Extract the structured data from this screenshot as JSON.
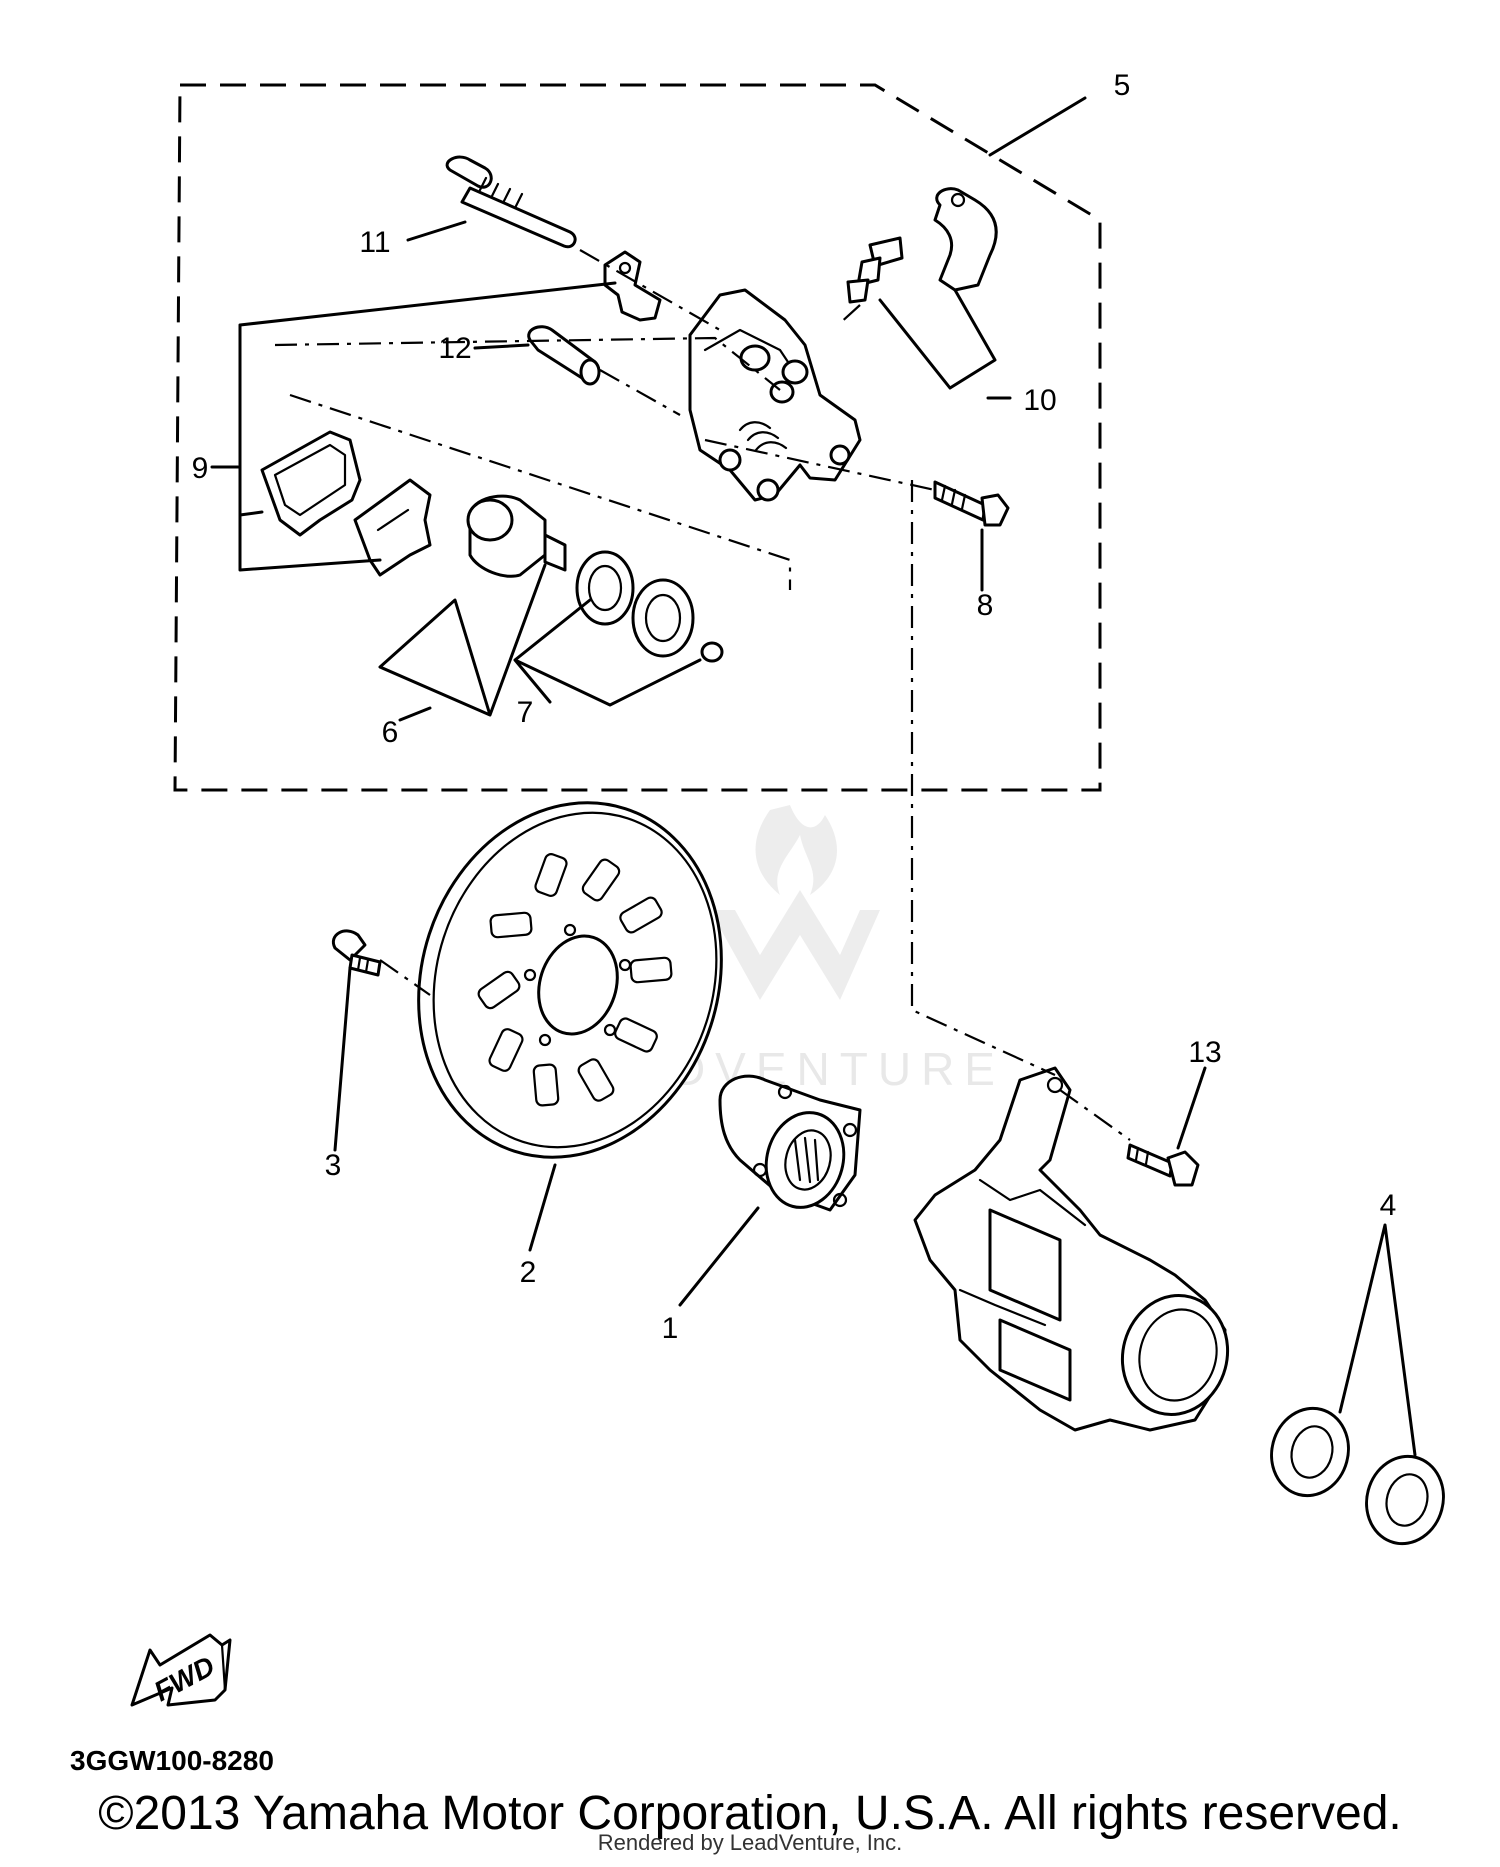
{
  "diagram": {
    "callouts": [
      "1",
      "2",
      "3",
      "4",
      "5",
      "6",
      "7",
      "8",
      "9",
      "10",
      "11",
      "12",
      "13"
    ],
    "fwd_label": "FWD",
    "part_code": "3GGW100-8280",
    "watermark": "LEADVENTURE"
  },
  "footer": {
    "copyright": "©2013 Yamaha Motor Corporation, U.S.A. All rights reserved.",
    "rendered_by": "Rendered by LeadVenture, Inc."
  }
}
